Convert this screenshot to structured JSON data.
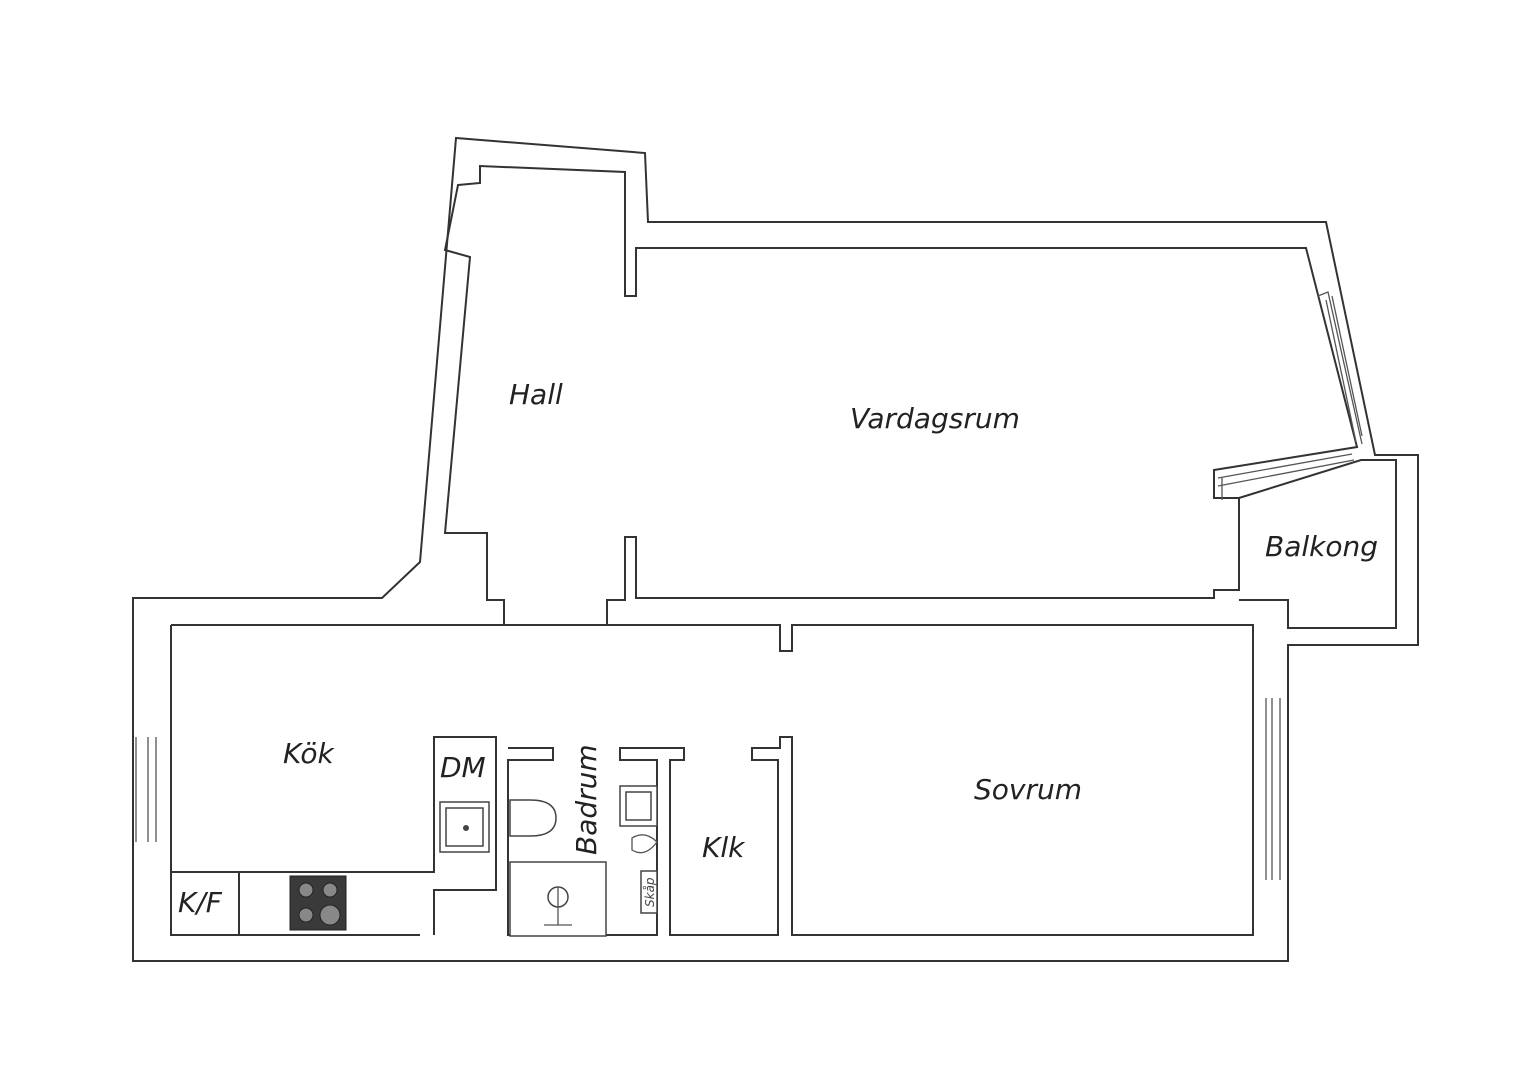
{
  "rooms": {
    "hall": "Hall",
    "vardagsrum": "Vardagsrum",
    "balkong": "Balkong",
    "kok": "Kök",
    "dm": "DM",
    "badrum": "Badrum",
    "klk": "Klk",
    "sovrum": "Sovrum",
    "kf": "K/F",
    "skap": "Skåp"
  },
  "colors": {
    "wall": "#333333",
    "stove": "#3a3a3a",
    "burner": "#888888"
  },
  "icons": {
    "sink": "kitchen-sink-icon",
    "stove": "stove-icon",
    "toilet": "toilet-icon",
    "basin": "wash-basin-icon",
    "shower": "shower-icon"
  }
}
